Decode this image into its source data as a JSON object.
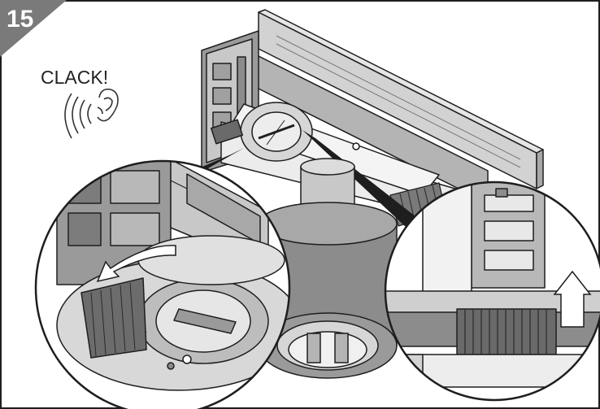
{
  "step": {
    "number": "15"
  },
  "sound": {
    "label": "CLACK!",
    "icon": "ear-icon"
  },
  "colors": {
    "badge": "#7a7a7a",
    "metal_light": "#d2d2d2",
    "metal_mid": "#b4b4b4",
    "metal_dark": "#8c8c8c",
    "shadow": "#5a5a5a",
    "outline": "#1e1e1e",
    "background": "#ffffff"
  },
  "callouts": [
    {
      "name": "left-zoom-detail",
      "shows": "rotate-knob",
      "arrow": "curved-rotate-arrow"
    },
    {
      "name": "right-zoom-detail",
      "shows": "locking-slider",
      "arrow": "up-arrow"
    }
  ]
}
